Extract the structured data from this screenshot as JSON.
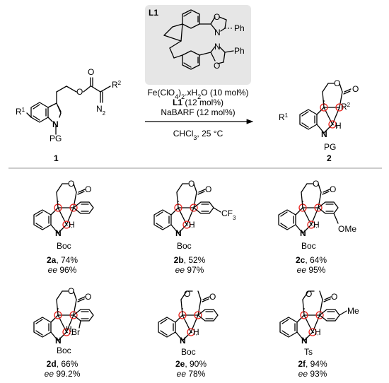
{
  "ligand": {
    "label": "L1",
    "ph_top": "Ph",
    "ph_bottom": "Ph",
    "o_top": "O",
    "o_bottom": "O",
    "n_top": "N",
    "n_bottom": "N"
  },
  "conditions": {
    "line1": "Fe(ClO4)2.xH2O (10 mol%)",
    "line2_ligand": "L1",
    "line2_rest": " (12 mol%)",
    "line3": "NaBARF (12 mol%)",
    "line4": "CHCl3, 25 °C"
  },
  "reactant": {
    "number": "1",
    "r1": "R1",
    "r2": "R2",
    "pg": "PG",
    "n": "N",
    "n2": "N2",
    "o": "O"
  },
  "product": {
    "number": "2",
    "r1": "R1",
    "r2": "R2",
    "pg": "PG",
    "h": "H",
    "n": "N",
    "o": "O"
  },
  "compounds": [
    {
      "id": "2a",
      "yield": ", 74%",
      "ee_label": "ee",
      "ee_value": " 96%",
      "pg": "Boc",
      "sub": ""
    },
    {
      "id": "2b",
      "yield": ", 52%",
      "ee_label": "ee",
      "ee_value": " 97%",
      "pg": "Boc",
      "sub": "CF3"
    },
    {
      "id": "2c",
      "yield": ", 64%",
      "ee_label": "ee",
      "ee_value": " 95%",
      "pg": "Boc",
      "sub": "OMe"
    },
    {
      "id": "2d",
      "yield": ", 66%",
      "ee_label": "ee",
      "ee_value": " 99.2%",
      "pg": "Boc",
      "sub": "Br"
    },
    {
      "id": "2e",
      "yield": ", 90%",
      "ee_label": "ee",
      "ee_value": " 78%",
      "pg": "Boc",
      "sub": ""
    },
    {
      "id": "2f",
      "yield": ", 94%",
      "ee_label": "ee",
      "ee_value": " 93%",
      "pg": "Ts",
      "sub": "Me"
    }
  ],
  "colors": {
    "ligand_box": "#e6e6e6",
    "stereocenter_mark": "#e8211b"
  }
}
